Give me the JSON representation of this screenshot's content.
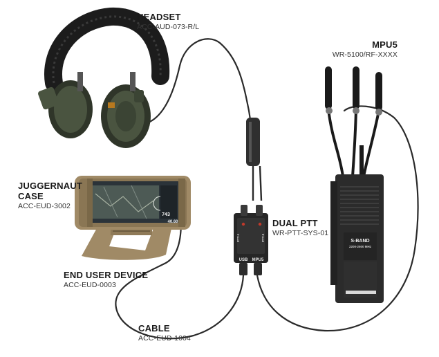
{
  "labels": {
    "headset": {
      "title": "HEADSET",
      "code": "ACC-AUD-073-R/L"
    },
    "mpu5": {
      "title": "MPU5",
      "code": "WR-5100/RF-XXXX"
    },
    "case": {
      "title_line1": "JUGGERNAUT",
      "title_line2": "CASE",
      "code": "ACC-EUD-3002"
    },
    "ptt": {
      "title": "DUAL PTT",
      "code": "WR-PTT-SYS-01"
    },
    "eud": {
      "title": "END USER DEVICE",
      "code": "ACC-EUD-0003"
    },
    "cable": {
      "title": "CABLE",
      "code": "ACC-EUD-1004"
    }
  },
  "device_text": {
    "ptt_ports": [
      "USB",
      "MPU5"
    ],
    "ptt_channels": [
      "PTT-1",
      "PTT-2"
    ],
    "radio_band": "S-BAND",
    "radio_freq": "2200-2500 MHz",
    "phone_readouts": [
      "743",
      "40.60"
    ]
  },
  "colors": {
    "cable": "#2a2a2a",
    "headset_green": "#4a5440",
    "tan": "#a08a66",
    "radio_body": "#2b2b2b"
  }
}
